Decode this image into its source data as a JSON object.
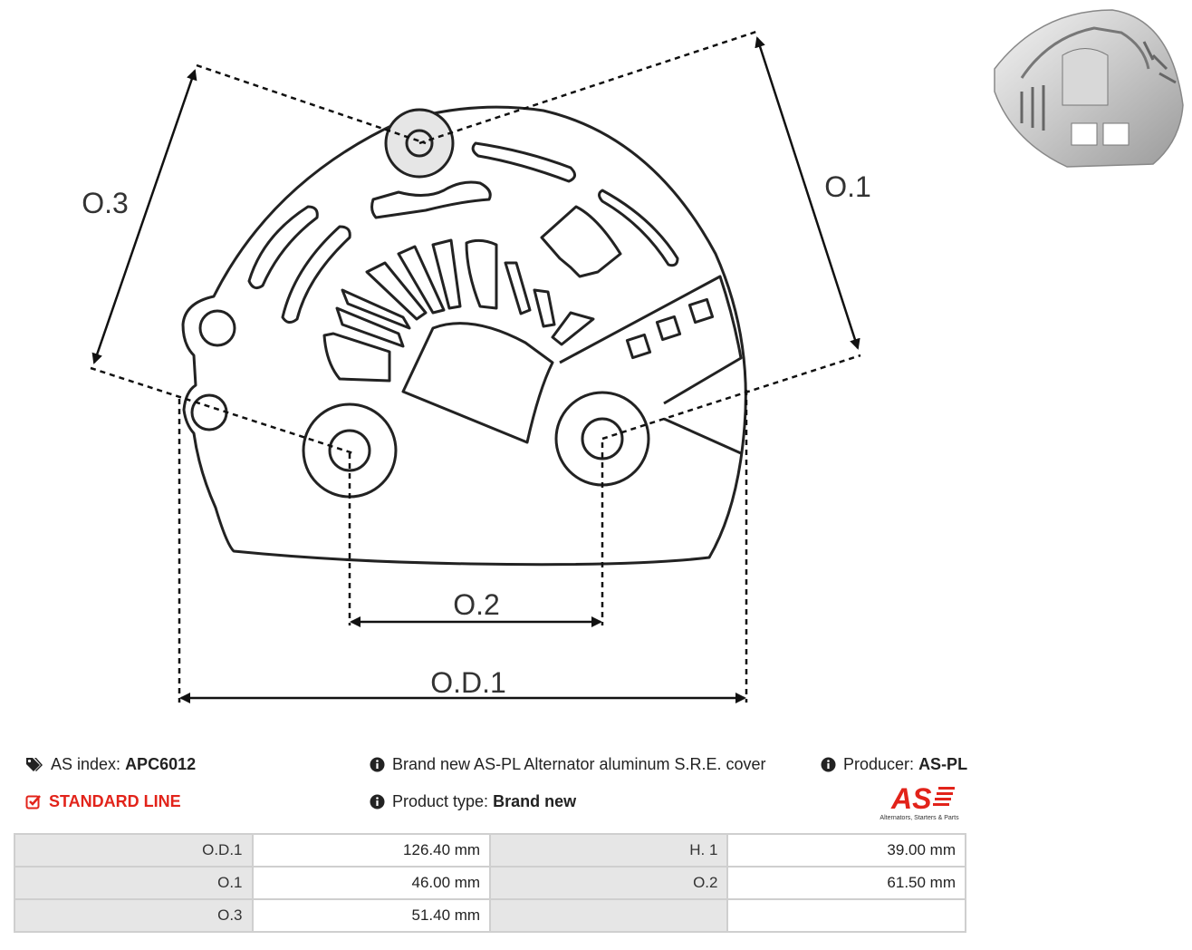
{
  "drawing": {
    "labels": {
      "o1": "O.1",
      "o2": "O.2",
      "o3": "O.3",
      "od1": "O.D.1"
    }
  },
  "info": {
    "as_index_label": "AS index:",
    "as_index_value": "APC6012",
    "line": "STANDARD LINE",
    "description": "Brand new AS-PL Alternator aluminum S.R.E. cover",
    "product_type_label": "Product type:",
    "product_type_value": "Brand new",
    "producer_label": "Producer:",
    "producer_value": "AS-PL",
    "logo_text": "AS",
    "logo_tagline": "Alternators, Starters & Parts"
  },
  "specs": [
    [
      "O.D.1",
      "126.40 mm",
      "H. 1",
      "39.00 mm"
    ],
    [
      "O.1",
      "46.00 mm",
      "O.2",
      "61.50 mm"
    ],
    [
      "O.3",
      "51.40 mm",
      "",
      ""
    ]
  ],
  "colors": {
    "accent": "#e2231a",
    "line": "#222222"
  }
}
